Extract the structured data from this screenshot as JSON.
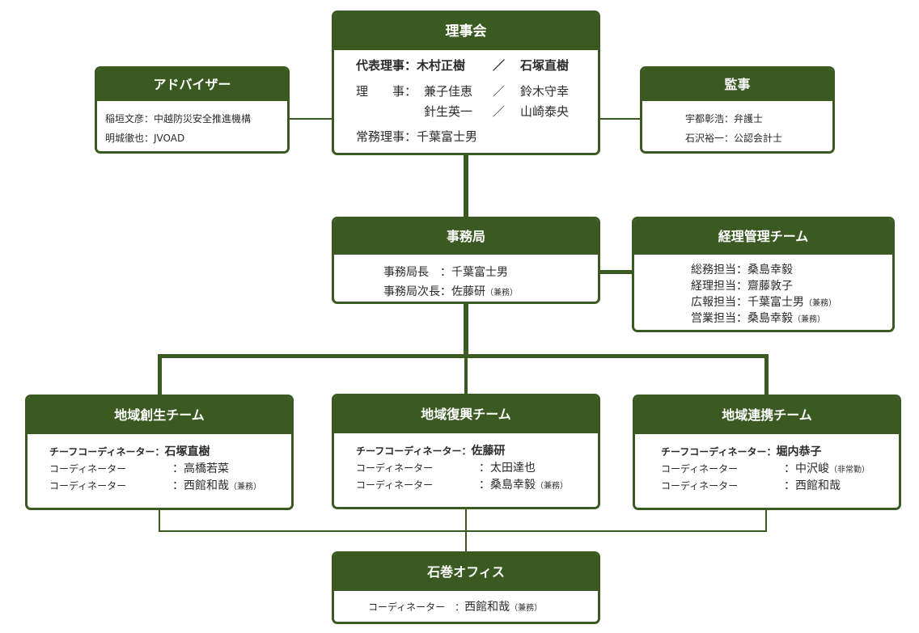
{
  "board": {
    "title": "理事会",
    "rep_label": "代表理事：",
    "rep_1": "木村正樹",
    "rep_2": "石塚直樹",
    "slash": "／",
    "director_label": "理　　事：",
    "directors": [
      "兼子佳恵",
      "鈴木守幸",
      "針生英一",
      "山崎泰央"
    ],
    "exec_label": "常務理事：",
    "exec_name": "千葉富士男"
  },
  "advisor": {
    "title": "アドバイザー",
    "rows": [
      "稲垣文彦：中越防災安全推進機構",
      "明城徹也：JVOAD"
    ]
  },
  "auditor": {
    "title": "監事",
    "rows": [
      "宇都彰浩：弁護士",
      "石沢裕一：公認会計士"
    ]
  },
  "secretariat": {
    "title": "事務局",
    "chief_label": "事務局長　：",
    "chief_name": "千葉富士男",
    "deputy_label": "事務局次長：",
    "deputy_name": "佐藤研",
    "deputy_note": "（兼務）"
  },
  "accounting": {
    "title": "経理管理チーム",
    "rows": [
      {
        "label": "総務担当：",
        "name": "桑島幸毅",
        "note": ""
      },
      {
        "label": "経理担当：",
        "name": "齋藤敦子",
        "note": ""
      },
      {
        "label": "広報担当：",
        "name": "千葉富士男",
        "note": "（兼務）"
      },
      {
        "label": "営業担当：",
        "name": "桑島幸毅",
        "note": "（兼務）"
      }
    ]
  },
  "teams": [
    {
      "title": "地域創生チーム",
      "chief_label": "チーフコーディネーター：",
      "chief_name": "石塚直樹",
      "members": [
        {
          "label": "コーディネーター",
          "name": "：高橋若菜",
          "note": ""
        },
        {
          "label": "コーディネーター",
          "name": "：西館和哉",
          "note": "（兼務）"
        }
      ]
    },
    {
      "title": "地域復興チーム",
      "chief_label": "チーフコーディネーター：",
      "chief_name": "佐藤研",
      "members": [
        {
          "label": "コーディネーター",
          "name": "：太田達也",
          "note": ""
        },
        {
          "label": "コーディネーター",
          "name": "：桑島幸毅",
          "note": "（兼務）"
        }
      ]
    },
    {
      "title": "地域連携チーム",
      "chief_label": "チーフコーディネーター：",
      "chief_name": "堀内恭子",
      "members": [
        {
          "label": "コーディネーター",
          "name": "：中沢峻",
          "note": "（非常勤）"
        },
        {
          "label": "コーディネーター",
          "name": "：西館和哉",
          "note": ""
        }
      ]
    }
  ],
  "office": {
    "title": "石巻オフィス",
    "label": "コーディネーター　：",
    "name": "西館和哉",
    "note": "（兼務）"
  },
  "colors": {
    "accent": "#3a5a22",
    "text": "#2b2b2b"
  }
}
